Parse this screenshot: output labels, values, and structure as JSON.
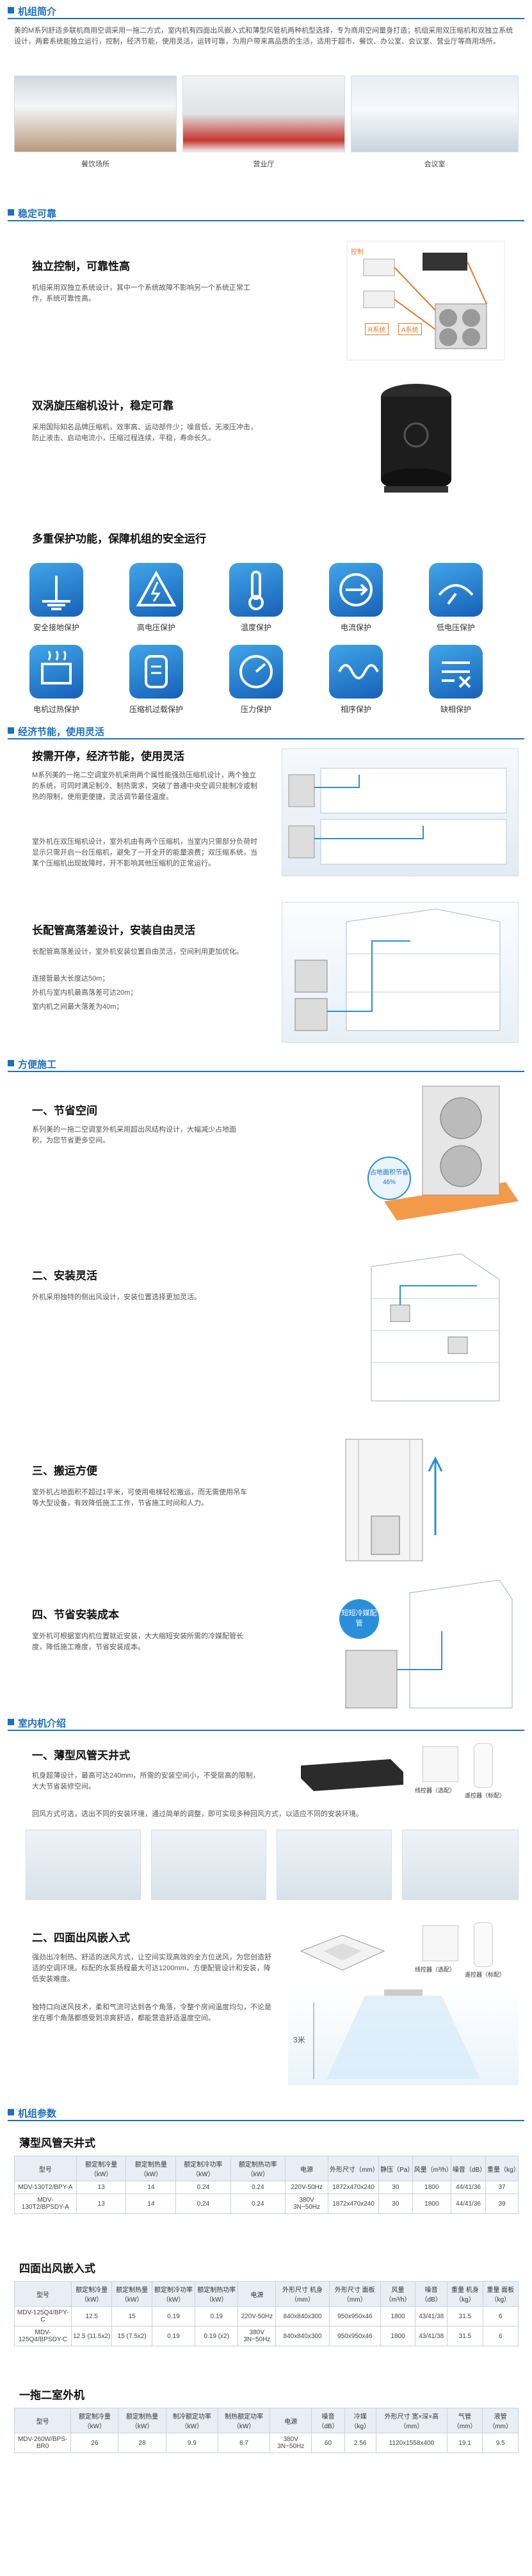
{
  "s1": {
    "title": "机组简介",
    "intro": "美的M系列舒适多联机商用空调采用一拖二方式，室内机有四面出风嵌入式和薄型风管机两种机型选择，专为商用空间量身打造；机组采用双压缩机和双独立系统设计，两套系统能独立运行，控制，经济节能，使用灵活，运转可靠，为用户带来高品质的生活，适用于超市、餐饮、办公室、会议室、营业厅等商用场所。",
    "captions": [
      "餐饮场所",
      "营业厅",
      "会议室"
    ]
  },
  "s2": {
    "title": "稳定可靠",
    "f1_title": "独立控制，可靠性高",
    "f1_text": "机组采用双独立系统设计，其中一个系统故障不影响另一个系统正常工作，系统可靠性高。",
    "diag_left": "R系统",
    "diag_right": "A系统",
    "diag_top": "控制",
    "f2_title": "双涡旋压缩机设计，稳定可靠",
    "f2_text": "采用国际知名品牌压缩机，效率高、运动部件少；噪音低，无液压冲击，防止液击、启动电流小，压缩过程连续，平稳，寿命长久。",
    "f3_title": "多重保护功能，保障机组的安全运行",
    "protections": [
      "安全接地保护",
      "高电压保护",
      "温度保护",
      "电流保护",
      "低电压保护",
      "电机过热保护",
      "压缩机过载保护",
      "压力保护",
      "相序保护",
      "缺相保护"
    ]
  },
  "s3": {
    "title": "经济节能，使用灵活",
    "f1_title": "按需开停，经济节能，使用灵活",
    "f1_text": "M系列美的一拖二空调室外机采用两个属性能强劲压缩机设计，两个独立的系统，可同时满足制冷、制热需求，突破了普通中央空调只能制冷或制热的限制，使用更便捷，灵活调节最佳温度。",
    "f1_text2": "室外机在双压缩机设计，室外机由有两个压缩机，当室内只需部分负荷时显示只需开启一台压缩机，避免了一开全开的能量浪费；双压缩系统，当某个压缩机出现故障时，开不影响其他压缩机的正常运行。",
    "f2_title": "长配管高落差设计，安装自由灵活",
    "f2_text": "长配管高落差设计，室外机安装位置自由灵活，空间利用更加优化。",
    "specs": [
      "连接管最大长度达50m；",
      "外机与室内机最高落差可达20m；",
      "室内机之间最大落差为40m；"
    ]
  },
  "s4": {
    "title": "方便施工",
    "f1_title": "一、节省空间",
    "f1_text": "系列美的一拖二空调室外机采用超出风结构设计，大幅减少占地面积，为您节省更多空间。",
    "badge": "占地面积节省46%",
    "f2_title": "二、安装灵活",
    "f2_text": "外机采用独特的侧出风设计，安装位置选择更加灵活。",
    "f3_title": "三、搬运方便",
    "f3_text": "室外机占地面积不超过1平米，可使用电梯轻松搬运，而无需使用吊车等大型设备，有效降低施工工作，节省施工时间和人力。",
    "f4_title": "四、节省安装成本",
    "f4_text": "室外机可根据室内机位置就近安装，大大缩短安装所需的冷媒配管长度，降低施工难度，节省安装成本。",
    "bubble": "短短冷媒配管"
  },
  "s5": {
    "title": "室内机介绍",
    "f1_title": "一、薄型风管天井式",
    "f1_text": "机身超薄设计，最高可达240mm，所需的安装空间小，不受层高的限制，大大节省装修空间。",
    "f1_text2": "回风方式可选，选出不同的安装环境，通过简单的调整，即可实现多种回风方式，以适应不同的安装环境。",
    "ctrl1": "线控器（选配）",
    "ctrl2": "遥控器（标配）",
    "f2_title": "二、四面出风嵌入式",
    "f2_text": "强劲出冷制热、舒适的送风方式，让空间实现高效的全方位送风，为您创造舒适的空调环境。标配的水泵扬程最大可达1200mm，方便配管设计和安装，降低安装难度。",
    "f2_text2": "独特口向送风技术，柔和气流可达到各个角落，令整个房间温度均匀，不论是坐在哪个角落都感受到凉爽舒适，都能营造舒适温度空间。",
    "height": "3米",
    "ctrl3": "线控器（选配）",
    "ctrl4": "遥控器（标配）"
  },
  "s6": {
    "title": "机组参数",
    "t1_title": "薄型风管天井式",
    "t1_head": [
      "型号",
      "额定制冷量（kW）",
      "额定制热量（kW）",
      "额定制冷功率（kW）",
      "额定制热功率（kW）",
      "电源",
      "外形尺寸（mm）",
      "静压（Pa）",
      "风量（m³/h）",
      "噪音（dB）",
      "重量（kg）"
    ],
    "t1_rows": [
      [
        "MDV-130T2/BPY-A",
        "13",
        "14",
        "0.24",
        "0.24",
        "220V-50Hz",
        "1872x470x240",
        "30",
        "1800",
        "44/41/36",
        "37"
      ],
      [
        "MDV-130T2/BPSDY-A",
        "13",
        "14",
        "0.24",
        "0.24",
        "380V 3N~50Hz",
        "1872x470x240",
        "30",
        "1800",
        "44/41/36",
        "39"
      ]
    ],
    "t2_title": "四面出风嵌入式",
    "t2_head": [
      "型号",
      "额定制冷量（kW）",
      "额定制热量（kW）",
      "额定制冷功率（kW）",
      "额定制热功率（kW）",
      "电源",
      "外形尺寸 机身（mm）",
      "外形尺寸 面板（mm）",
      "风量（m³/h）",
      "噪音（dB）",
      "重量 机身（kg）",
      "重量 面板（kg）"
    ],
    "t2_rows": [
      [
        "MDV-125Q4/BPY-C",
        "12.5",
        "15",
        "0.19",
        "0.19",
        "220V-50Hz",
        "840x840x300",
        "950x950x46",
        "1800",
        "43/41/38",
        "31.5",
        "6"
      ],
      [
        "MDV-125Q4/BPSDY-C",
        "12.5 (11.5x2)",
        "15 (7.5x2)",
        "0.19",
        "0.19 (x2)",
        "380V 3N~50Hz",
        "840x840x300",
        "950x950x46",
        "1800",
        "43/41/38",
        "31.5",
        "6"
      ]
    ],
    "t3_title": "一拖二室外机",
    "t3_head": [
      "型号",
      "额定制冷量（kW）",
      "额定制热量（kW）",
      "制冷额定功率（kW）",
      "制热额定功率（kW）",
      "电源",
      "噪音（dB）",
      "冷媒（kg）",
      "外形尺寸 宽×深×高（mm）",
      "气管（mm）",
      "液管（mm）"
    ],
    "t3_rows": [
      [
        "MDV-260W/BPS-BR0",
        "26",
        "28",
        "9.9",
        "8.7",
        "380V 3N~50Hz",
        "60",
        "2.56",
        "1120x1558x400",
        "19.1",
        "9.5"
      ]
    ]
  }
}
